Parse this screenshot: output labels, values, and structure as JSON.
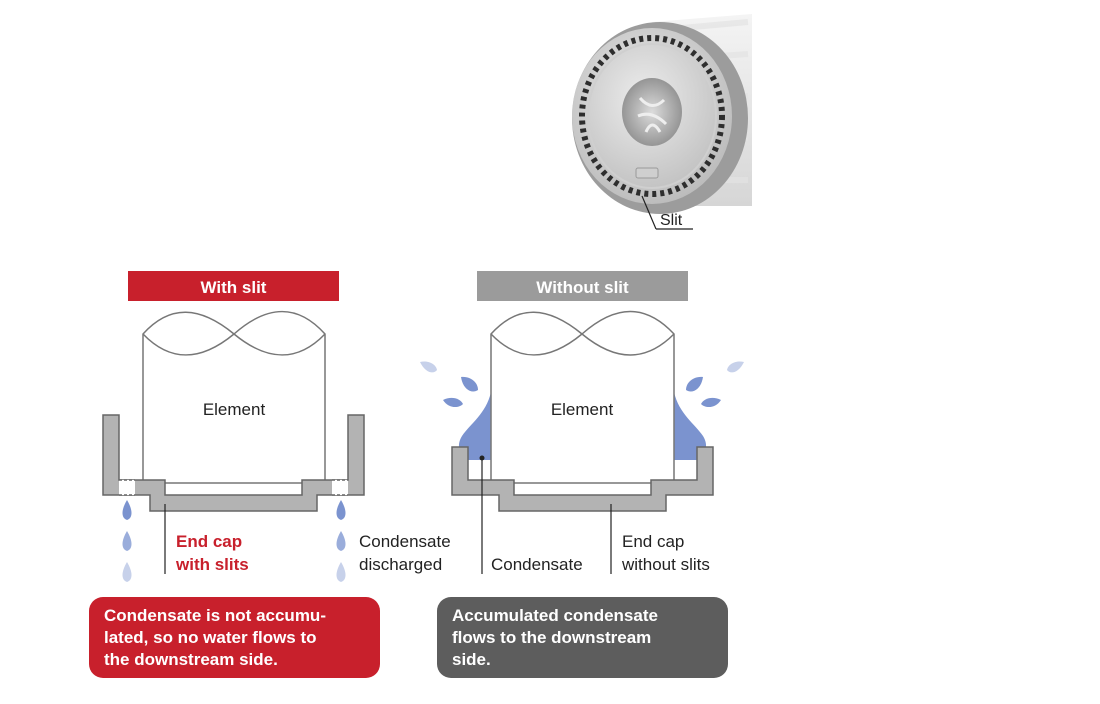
{
  "photo": {
    "callout": "Slit"
  },
  "left_panel": {
    "header": "With slit",
    "element_label": "Element",
    "endcap_label_line1": "End cap",
    "endcap_label_line2": "with slits",
    "discharge_label_line1": "Condensate",
    "discharge_label_line2": "discharged",
    "note_line1": "Condensate is not accumu-",
    "note_line2": "lated, so no water flows to",
    "note_line3": "the downstream side."
  },
  "right_panel": {
    "header": "Without slit",
    "element_label": "Element",
    "condensate_label": "Condensate",
    "endcap_label_line1": "End cap",
    "endcap_label_line2": "without slits",
    "note_line1": "Accumulated condensate",
    "note_line2": "flows to the downstream",
    "note_line3": "side."
  },
  "colors": {
    "accent_red": "#c8202c",
    "header_gray": "#9b9b9b",
    "note_gray": "#5d5d5d",
    "cap_fill": "#b3b3b3",
    "water_blue": "#7b93cf",
    "water_light": "#c7d1ea"
  }
}
